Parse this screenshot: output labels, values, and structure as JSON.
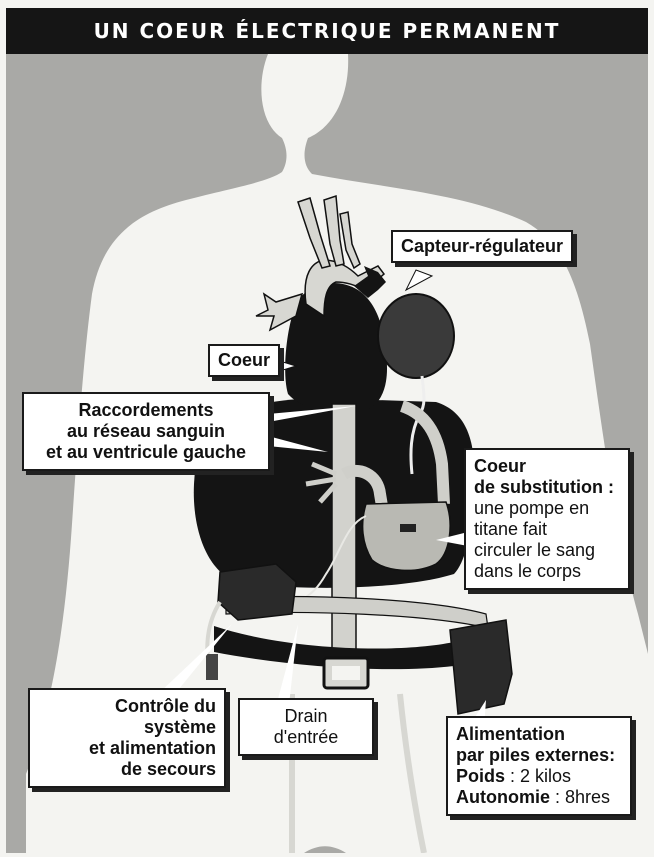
{
  "title": "UN COEUR ÉLECTRIQUE PERMANENT",
  "labels": {
    "capteur": "Capteur-régulateur",
    "coeur": "Coeur",
    "raccordements": [
      "Raccordements",
      "au réseau sanguin",
      "et au ventricule gauche"
    ],
    "substitution": {
      "bold": [
        "Coeur",
        "de substitution :"
      ],
      "normal": [
        "une pompe en",
        "titane fait",
        "circuler le sang",
        "dans le corps"
      ]
    },
    "controle": [
      "Contrôle du",
      "système",
      "et alimentation",
      "de secours"
    ],
    "drain": [
      "Drain",
      "d'entrée"
    ],
    "alimentation": {
      "bold": [
        "Alimentation",
        "par piles externes:"
      ],
      "poids_key": "Poids",
      "poids_value": " : 2 kilos",
      "autonomie_key": "Autonomie",
      "autonomie_value": " : 8hres"
    }
  },
  "colors": {
    "background": "#a9a9a6",
    "body": "#f4f4f1",
    "organs": "#111111",
    "title_bar": "#151515"
  }
}
